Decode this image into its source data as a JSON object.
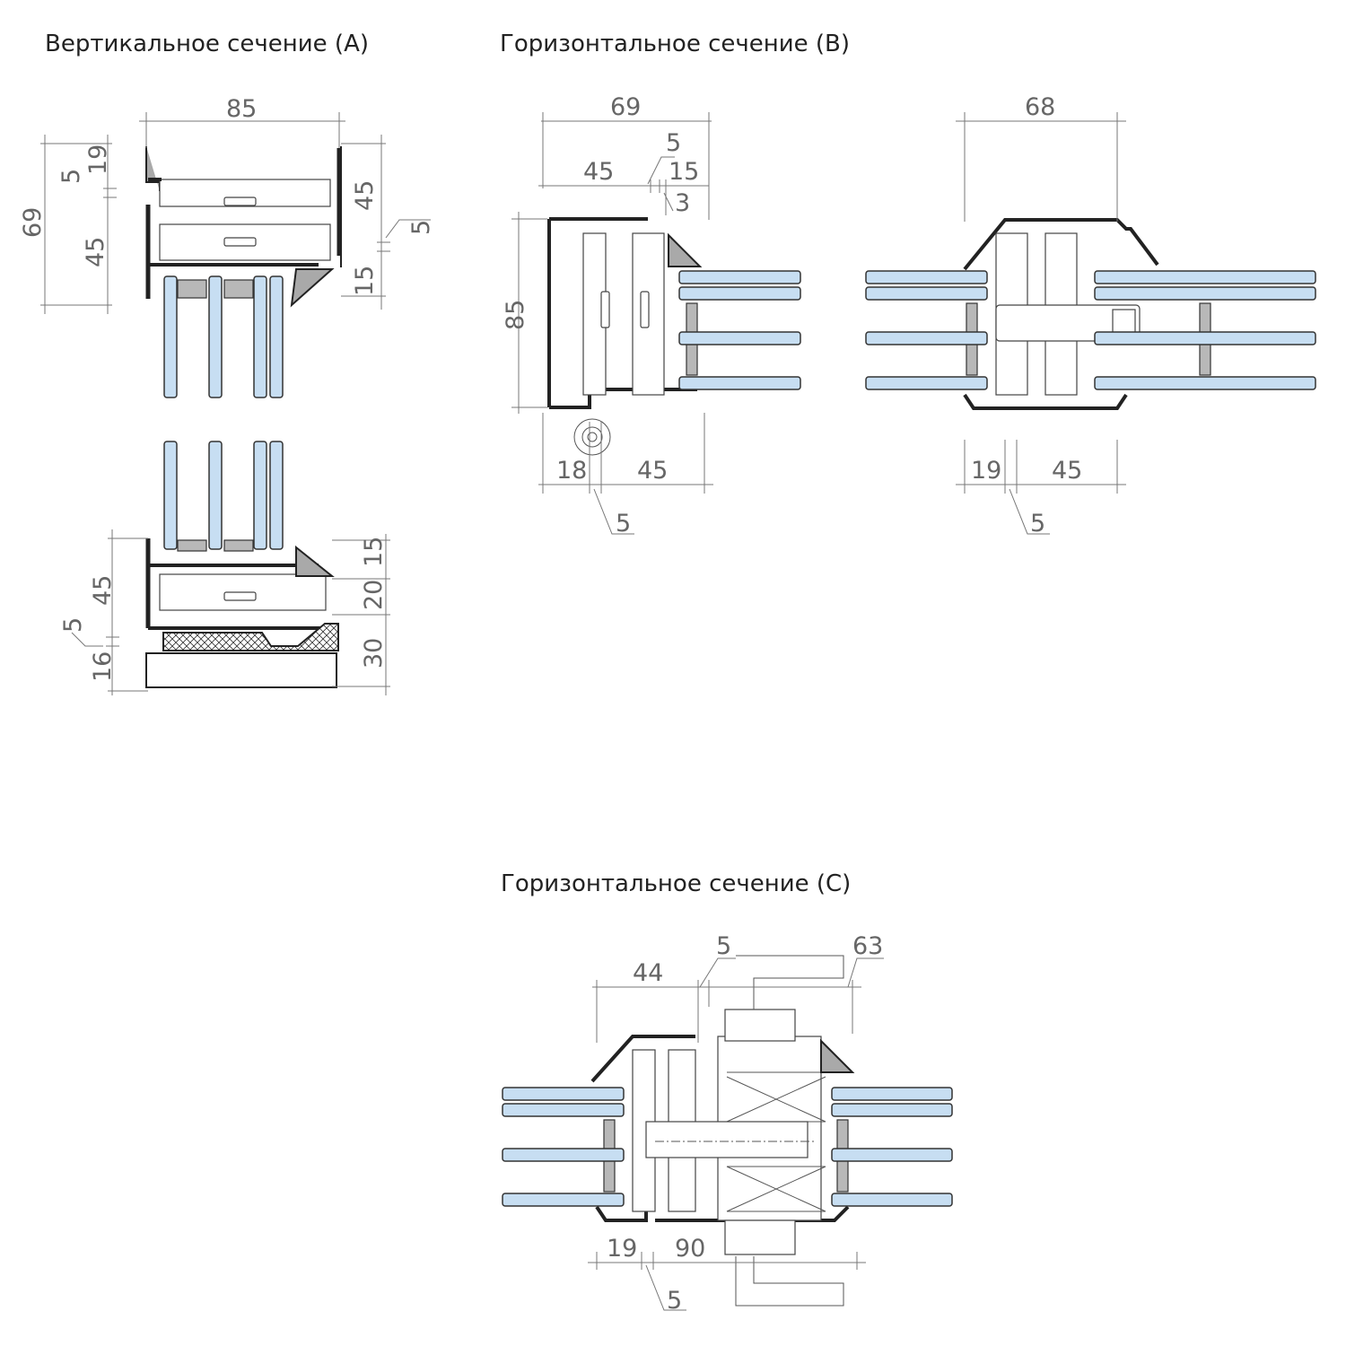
{
  "titles": {
    "a": "Вертикальное сечение (A)",
    "b": "Горизонтальное сечение (B)",
    "c": "Горизонтальное сечение (C)"
  },
  "dims": {
    "a_top": {
      "w85": "85",
      "h69": "69",
      "l5": "5",
      "l19": "19",
      "l45": "45",
      "r45": "45",
      "r5": "5",
      "r15": "15"
    },
    "a_bottom": {
      "l45": "45",
      "l5": "5",
      "l16": "16",
      "r15": "15",
      "r20": "20",
      "r30": "30"
    },
    "b_left": {
      "w69": "69",
      "t5": "5",
      "w45": "45",
      "t15": "15",
      "t3": "3",
      "h85": "85",
      "b18": "18",
      "b45": "45",
      "b5": "5"
    },
    "b_right": {
      "w68": "68",
      "b19": "19",
      "b45": "45",
      "b5": "5"
    },
    "c": {
      "w44": "44",
      "t5": "5",
      "w63": "63",
      "b19": "19",
      "b90": "90",
      "b5": "5"
    }
  },
  "colors": {
    "glass": "#c7def2",
    "profile": "#a9a9a9",
    "dimension": "#666666"
  }
}
